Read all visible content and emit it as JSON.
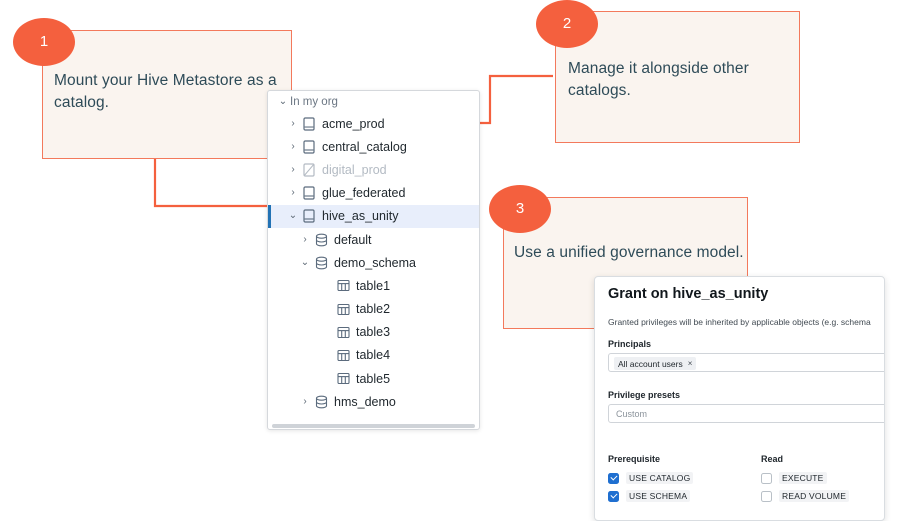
{
  "theme": {
    "accent": "#f4603e",
    "callout_bg": "#faf4ef",
    "callout_border": "#f3795c",
    "callout_text": "#2e4b58",
    "selected_row_bg": "#e8eefb",
    "selected_row_bar": "#2272b4",
    "checkbox_on": "#1f6fd0"
  },
  "callouts": [
    {
      "number": "1",
      "text": "Mount your Hive Metastore as a catalog."
    },
    {
      "number": "2",
      "text": "Manage it alongside other catalogs."
    },
    {
      "number": "3",
      "text": "Use a unified governance model."
    }
  ],
  "tree": {
    "header": {
      "label": "In my org",
      "caret": "⌄"
    },
    "rows": [
      {
        "label": "acme_prod",
        "icon": "catalog-icon",
        "caret": "›",
        "indent": 1,
        "selected": false,
        "disabled": false
      },
      {
        "label": "central_catalog",
        "icon": "catalog-icon",
        "caret": "›",
        "indent": 1,
        "selected": false,
        "disabled": false
      },
      {
        "label": "digital_prod",
        "icon": "catalog-disabled-icon",
        "caret": "›",
        "indent": 1,
        "selected": false,
        "disabled": true
      },
      {
        "label": "glue_federated",
        "icon": "catalog-icon",
        "caret": "›",
        "indent": 1,
        "selected": false,
        "disabled": false
      },
      {
        "label": "hive_as_unity",
        "icon": "catalog-icon",
        "caret": "⌄",
        "indent": 1,
        "selected": true,
        "disabled": false
      },
      {
        "label": "default",
        "icon": "schema-icon",
        "caret": "›",
        "indent": 2,
        "selected": false,
        "disabled": false
      },
      {
        "label": "demo_schema",
        "icon": "schema-icon",
        "caret": "⌄",
        "indent": 2,
        "selected": false,
        "disabled": false
      },
      {
        "label": "table1",
        "icon": "table-icon",
        "caret": "",
        "indent": 3,
        "selected": false,
        "disabled": false
      },
      {
        "label": "table2",
        "icon": "table-icon",
        "caret": "",
        "indent": 3,
        "selected": false,
        "disabled": false
      },
      {
        "label": "table3",
        "icon": "table-icon",
        "caret": "",
        "indent": 3,
        "selected": false,
        "disabled": false
      },
      {
        "label": "table4",
        "icon": "table-icon",
        "caret": "",
        "indent": 3,
        "selected": false,
        "disabled": false
      },
      {
        "label": "table5",
        "icon": "table-icon",
        "caret": "",
        "indent": 3,
        "selected": false,
        "disabled": false
      },
      {
        "label": "hms_demo",
        "icon": "schema-icon",
        "caret": "›",
        "indent": 2,
        "selected": false,
        "disabled": false
      }
    ]
  },
  "grant_dialog": {
    "title": "Grant on hive_as_unity",
    "subtitle": "Granted privileges will be inherited by applicable objects (e.g. schema",
    "principals_label": "Principals",
    "principal_tokens": [
      {
        "label": "All account users",
        "remove": "×"
      }
    ],
    "presets_label": "Privilege presets",
    "presets_value": "",
    "presets_placeholder": "Custom",
    "columns": [
      {
        "header": "Prerequisite",
        "items": [
          {
            "label": "USE CATALOG",
            "checked": true
          },
          {
            "label": "USE SCHEMA",
            "checked": true
          }
        ]
      },
      {
        "header": "Read",
        "items": [
          {
            "label": "EXECUTE",
            "checked": false
          },
          {
            "label": "READ VOLUME",
            "checked": false
          }
        ]
      }
    ]
  }
}
